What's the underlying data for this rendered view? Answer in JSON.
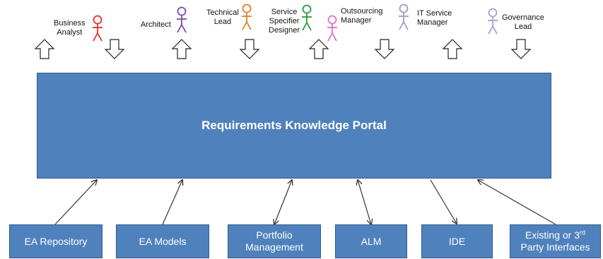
{
  "portal": {
    "title": "Requirements Knowledge Portal"
  },
  "roles": [
    {
      "line1": "Business",
      "line2": "Analyst",
      "color": "#e0302a"
    },
    {
      "line1": "Architect",
      "color": "#7a4aa6"
    },
    {
      "line1": "Technical",
      "line2": "Lead",
      "color": "#e08020"
    },
    {
      "line1": "Service",
      "line2": "Specifier",
      "line3": "Designer",
      "color": "#2a9a3a"
    },
    {
      "color": "#e070c8"
    },
    {
      "line1": "Outsourcing",
      "line2": "Manager"
    },
    {
      "line1": "IT Service",
      "line2": "Manager",
      "color": "#9a9ad0"
    },
    {
      "line1": "Governance",
      "line2": "Lead",
      "color": "#a0a0d8"
    }
  ],
  "sources": [
    {
      "label": "EA Repository"
    },
    {
      "label": "EA Models"
    },
    {
      "line1": "Portfolio",
      "line2": "Management"
    },
    {
      "label": "ALM"
    },
    {
      "label": "IDE"
    },
    {
      "line1_pre": "Existing or 3",
      "line1_sup": "rd",
      "line2": "Party Interfaces"
    }
  ],
  "colors": {
    "box_fill": "#4f81bd",
    "box_border": "#2f5d8e",
    "arrow_line": "#333333"
  }
}
